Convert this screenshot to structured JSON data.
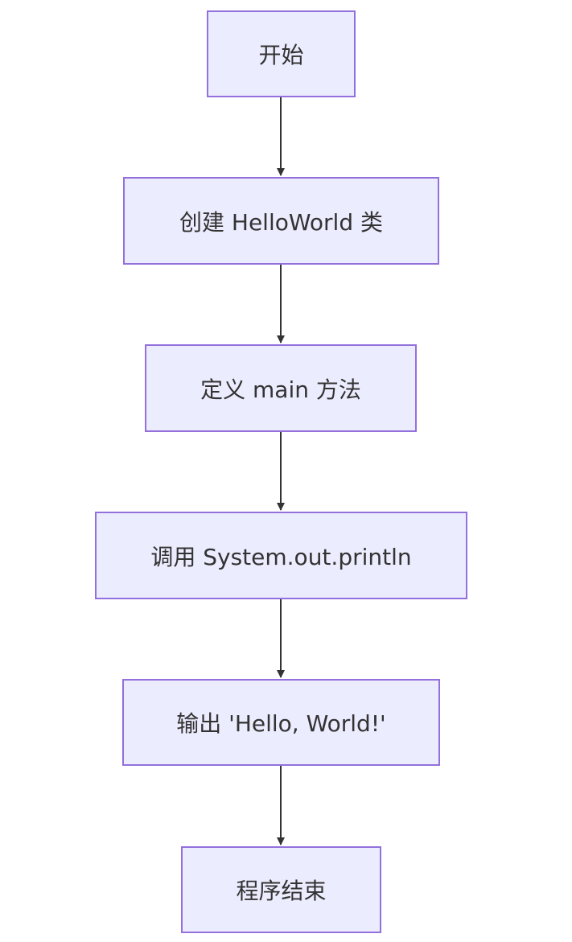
{
  "flowchart": {
    "nodes": [
      {
        "id": "start",
        "label": "开始"
      },
      {
        "id": "create_class",
        "label": "创建 HelloWorld 类"
      },
      {
        "id": "define_main",
        "label": "定义 main 方法"
      },
      {
        "id": "call_println",
        "label": "调用 System.out.println"
      },
      {
        "id": "output",
        "label": "输出 'Hello, World!'"
      },
      {
        "id": "end",
        "label": "程序结束"
      }
    ],
    "edges": [
      {
        "from": "start",
        "to": "create_class"
      },
      {
        "from": "create_class",
        "to": "define_main"
      },
      {
        "from": "define_main",
        "to": "call_println"
      },
      {
        "from": "call_println",
        "to": "output"
      },
      {
        "from": "output",
        "to": "end"
      }
    ],
    "colors": {
      "node_fill": "#ececff",
      "node_border": "#9370db",
      "text": "#333333",
      "edge": "#333333"
    }
  }
}
